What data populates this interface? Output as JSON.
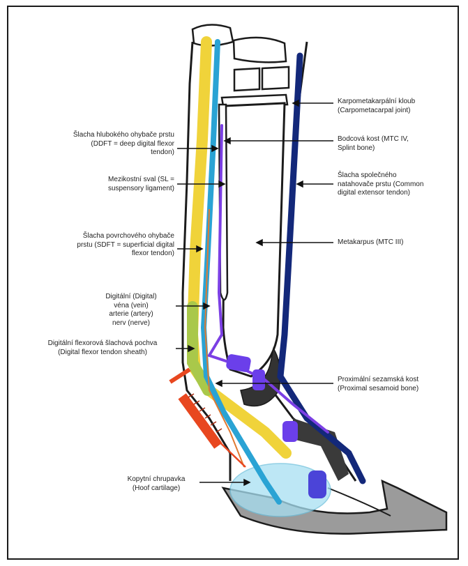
{
  "colors": {
    "dorsal_outline": "#1b1b1b",
    "ddft_yellow": "#f5c531",
    "sdft_yellow": "#f0d33a",
    "sheath_green": "#a9c84a",
    "sl_blue": "#2aa3d4",
    "purple": "#7b3fe4",
    "extensor_navy": "#13287a",
    "needle_red": "#e8471f",
    "cartilage": "#a8e0f2",
    "hoof_grey": "#9b9b9b"
  },
  "labels": {
    "carpometacarpal": "Karpometakarpální kloub\n(Carpometacarpal joint)",
    "splint": "Bodcová kost (MTC IV,\nSplint bone)",
    "extensor": "Šlacha společného\nnatahovače prstu (Common\ndigital extensor tendon)",
    "ddft": "Šlacha hlubokého ohybače prstu\n(DDFT = deep digital flexor\ntendon)",
    "sl": "Mezikostní sval (SL =\nsuspensory ligament)",
    "sdft": "Šlacha povrchového ohybače\nprstu (SDFT = superficial digital\nflexor tendon)",
    "metacarpus": "Metakarpus (MTC III)",
    "digital": "Digitální (Digital)\nvéna (vein)\narterie (artery)\nnerv (nerve)",
    "sheath": "Digitální flexorová šlachová pochva\n(Digital flexor tendon sheath)",
    "sesamoid": "Proximální sezamská kost\n(Proximal sesamoid bone)",
    "cartilage": "Kopytní chrupavka\n(Hoof cartilage)"
  },
  "icons": {
    "needle": "syringe-icon"
  }
}
